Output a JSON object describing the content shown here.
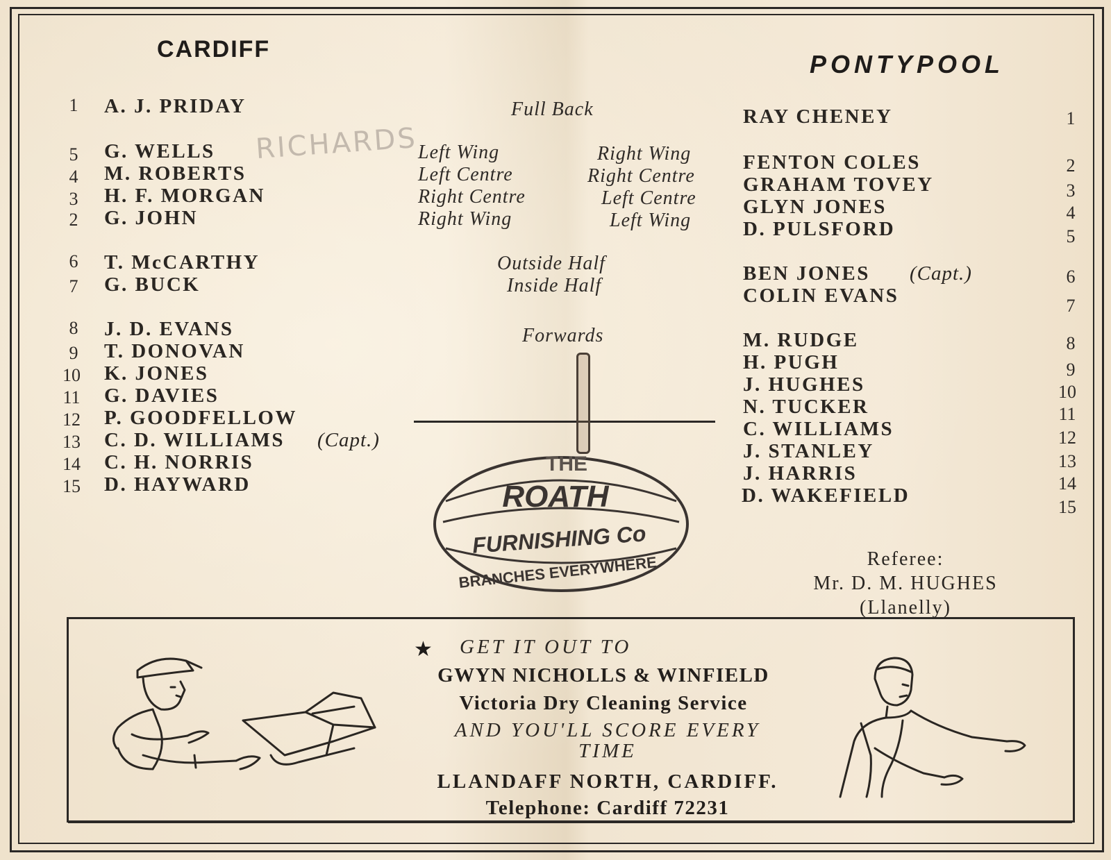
{
  "teams": {
    "home": "CARDIFF",
    "away": "PONTYPOOL"
  },
  "pencil_note": "RICHARDS",
  "positions": {
    "full_back": "Full Back",
    "left_wing_l": "Left Wing",
    "left_centre_l": "Left Centre",
    "right_centre_l": "Right Centre",
    "right_wing_l": "Right Wing",
    "right_wing_r": "Right Wing",
    "right_centre_r": "Right Centre",
    "left_centre_r": "Left Centre",
    "left_wing_r": "Left Wing",
    "outside_half": "Outside Half",
    "inside_half": "Inside Half",
    "forwards": "Forwards"
  },
  "cardiff": [
    {
      "num": "1",
      "name": "A. J. PRIDAY"
    },
    {
      "num": "5",
      "name": "G. WELLS"
    },
    {
      "num": "4",
      "name": "M. ROBERTS"
    },
    {
      "num": "3",
      "name": "H. F. MORGAN"
    },
    {
      "num": "2",
      "name": "G. JOHN"
    },
    {
      "num": "6",
      "name": "T. McCARTHY"
    },
    {
      "num": "7",
      "name": "G. BUCK"
    },
    {
      "num": "8",
      "name": "J. D. EVANS"
    },
    {
      "num": "9",
      "name": "T. DONOVAN"
    },
    {
      "num": "10",
      "name": "K. JONES"
    },
    {
      "num": "11",
      "name": "G. DAVIES"
    },
    {
      "num": "12",
      "name": "P. GOODFELLOW"
    },
    {
      "num": "13",
      "name": "C. D. WILLIAMS",
      "note": "(Capt.)"
    },
    {
      "num": "14",
      "name": "C. H. NORRIS"
    },
    {
      "num": "15",
      "name": "D. HAYWARD"
    }
  ],
  "pontypool": [
    {
      "num": "1",
      "name": "RAY CHENEY"
    },
    {
      "num": "2",
      "name": "FENTON COLES"
    },
    {
      "num": "3",
      "name": "GRAHAM TOVEY"
    },
    {
      "num": "4",
      "name": "GLYN JONES"
    },
    {
      "num": "5",
      "name": "D. PULSFORD"
    },
    {
      "num": "6",
      "name": "BEN JONES",
      "note": "(Capt.)"
    },
    {
      "num": "7",
      "name": "COLIN EVANS"
    },
    {
      "num": "8",
      "name": "M. RUDGE"
    },
    {
      "num": "9",
      "name": "H. PUGH"
    },
    {
      "num": "10",
      "name": "J. HUGHES"
    },
    {
      "num": "11",
      "name": "N. TUCKER"
    },
    {
      "num": "12",
      "name": "C. WILLIAMS"
    },
    {
      "num": "13",
      "name": "J. STANLEY"
    },
    {
      "num": "14",
      "name": "J. HARRIS"
    },
    {
      "num": "15",
      "name": "D. WAKEFIELD"
    }
  ],
  "stamp": {
    "line1": "THE",
    "line2": "ROATH",
    "line3": "FURNISHING Co",
    "line4": "BRANCHES EVERYWHERE"
  },
  "referee": {
    "label": "Referee:",
    "name": "Mr. D. M. HUGHES",
    "club": "(Llanelly)"
  },
  "advert": {
    "line1": "GET IT OUT TO",
    "line2": "GWYN NICHOLLS & WINFIELD",
    "line3": "Victoria Dry Cleaning Service",
    "line4": "AND YOU'LL SCORE EVERY",
    "line5": "TIME",
    "line6": "LLANDAFF NORTH, CARDIFF.",
    "line7": "Telephone: Cardiff 72231"
  }
}
